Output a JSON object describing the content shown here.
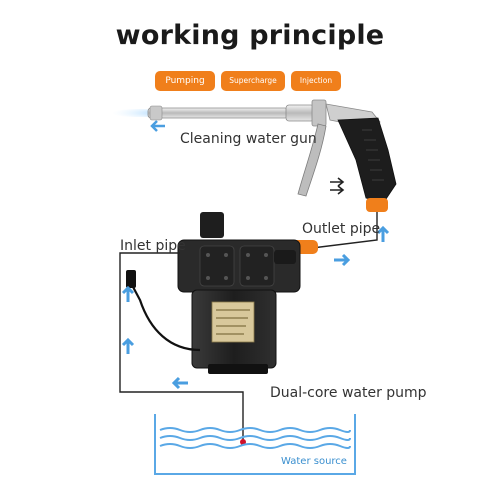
{
  "title": "working principle",
  "steps": [
    "Pumping",
    "Supercharge",
    "Injection"
  ],
  "labels": {
    "gun": "Cleaning water gun",
    "outlet": "Outlet pipe",
    "inlet": "Inlet pipe",
    "pump": "Dual-core water pump",
    "source": "Water source"
  },
  "colors": {
    "accent": "#f07f1b",
    "arrow": "#4a9ee0",
    "water": "#5aa8e6"
  }
}
